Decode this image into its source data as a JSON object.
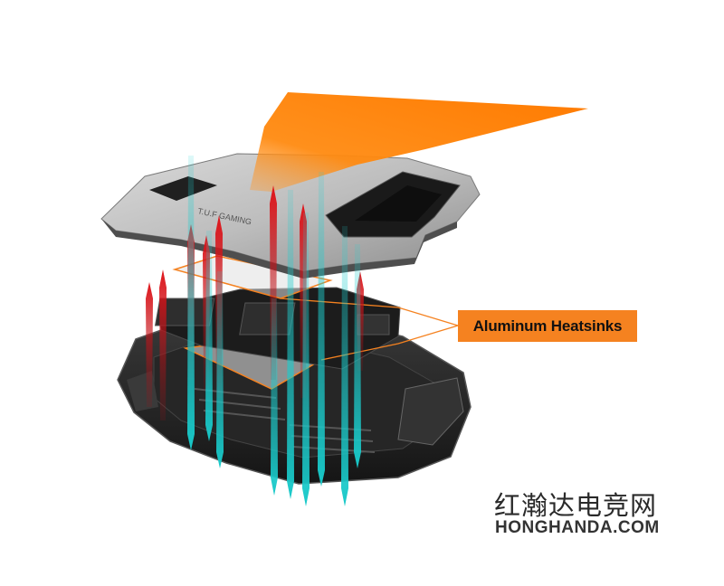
{
  "callout": {
    "label": "Aluminum Heatsinks",
    "color": "#f58220"
  },
  "lid": {
    "engraving": "T.U.F GAMING"
  },
  "watermark": {
    "chinese": "红瀚达电竞网",
    "domain": "HONGHANDA.COM"
  },
  "colors": {
    "hot_airflow": "#c0141a",
    "cool_airflow": "#22c4c4",
    "exhaust_beam": "#ff7a00",
    "heatsink_outline": "#f58220",
    "chassis": "#2b2b2b",
    "lid": "#b9b9b9"
  }
}
